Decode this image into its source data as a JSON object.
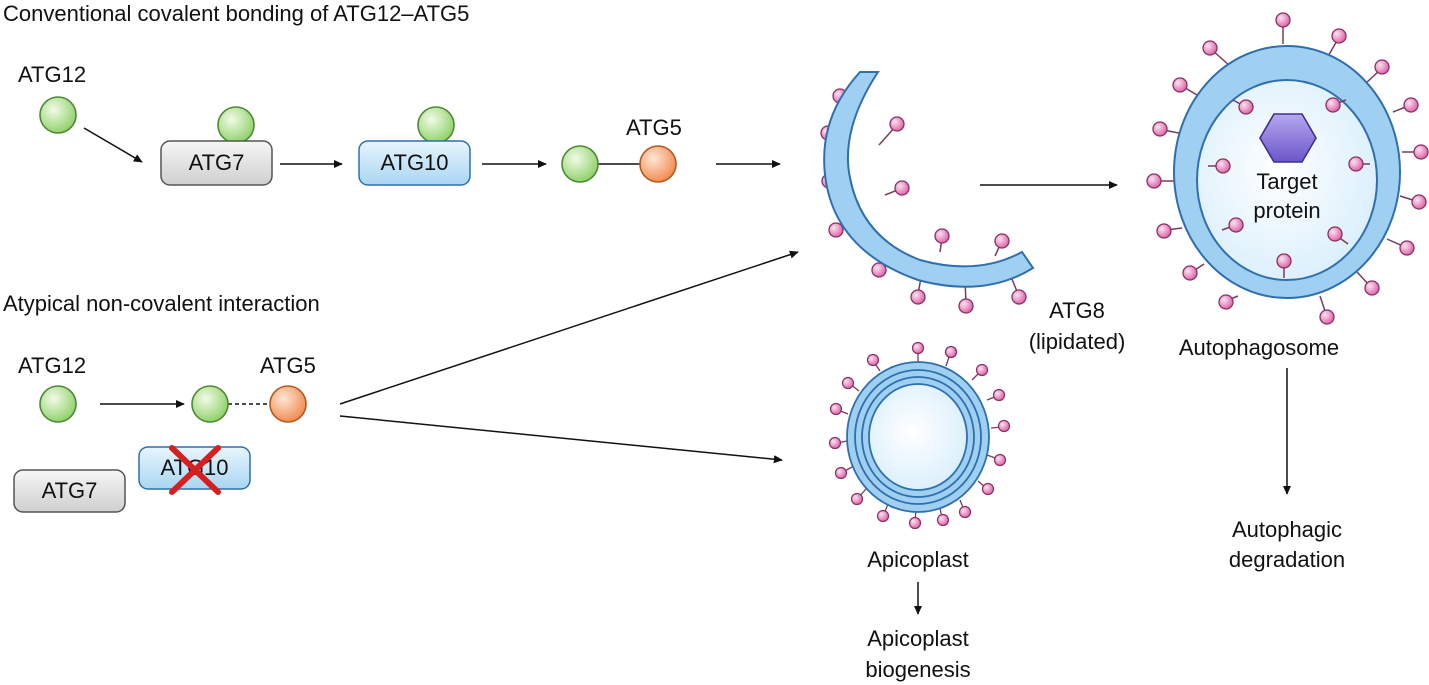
{
  "sections": {
    "conventional_title": "Conventional covalent bonding of ATG12–ATG5",
    "atypical_title": "Atypical non-covalent interaction"
  },
  "proteins": {
    "atg12": "ATG12",
    "atg7": "ATG7",
    "atg10": "ATG10",
    "atg5": "ATG5",
    "atg8_line1": "ATG8",
    "atg8_line2": "(lipidated)"
  },
  "structures": {
    "target_line1": "Target",
    "target_line2": "protein",
    "autophagosome": "Autophagosome",
    "apicoplast": "Apicoplast"
  },
  "outcomes": {
    "autophagic_line1": "Autophagic",
    "autophagic_line2": "degradation",
    "apicoplast_line1": "Apicoplast",
    "apicoplast_line2": "biogenesis"
  },
  "colors": {
    "atg12_green": "#a8dc8a",
    "atg5_orange": "#f5a070",
    "atg7_gray": "#dcdcdc",
    "membrane_blue": "#9fd0f2",
    "atg8_pink": "#e26aae",
    "target_purple": "#7a68cf",
    "inhibit_red": "#d62020"
  },
  "icons": {
    "inhibition": "red-x-cross-icon"
  }
}
